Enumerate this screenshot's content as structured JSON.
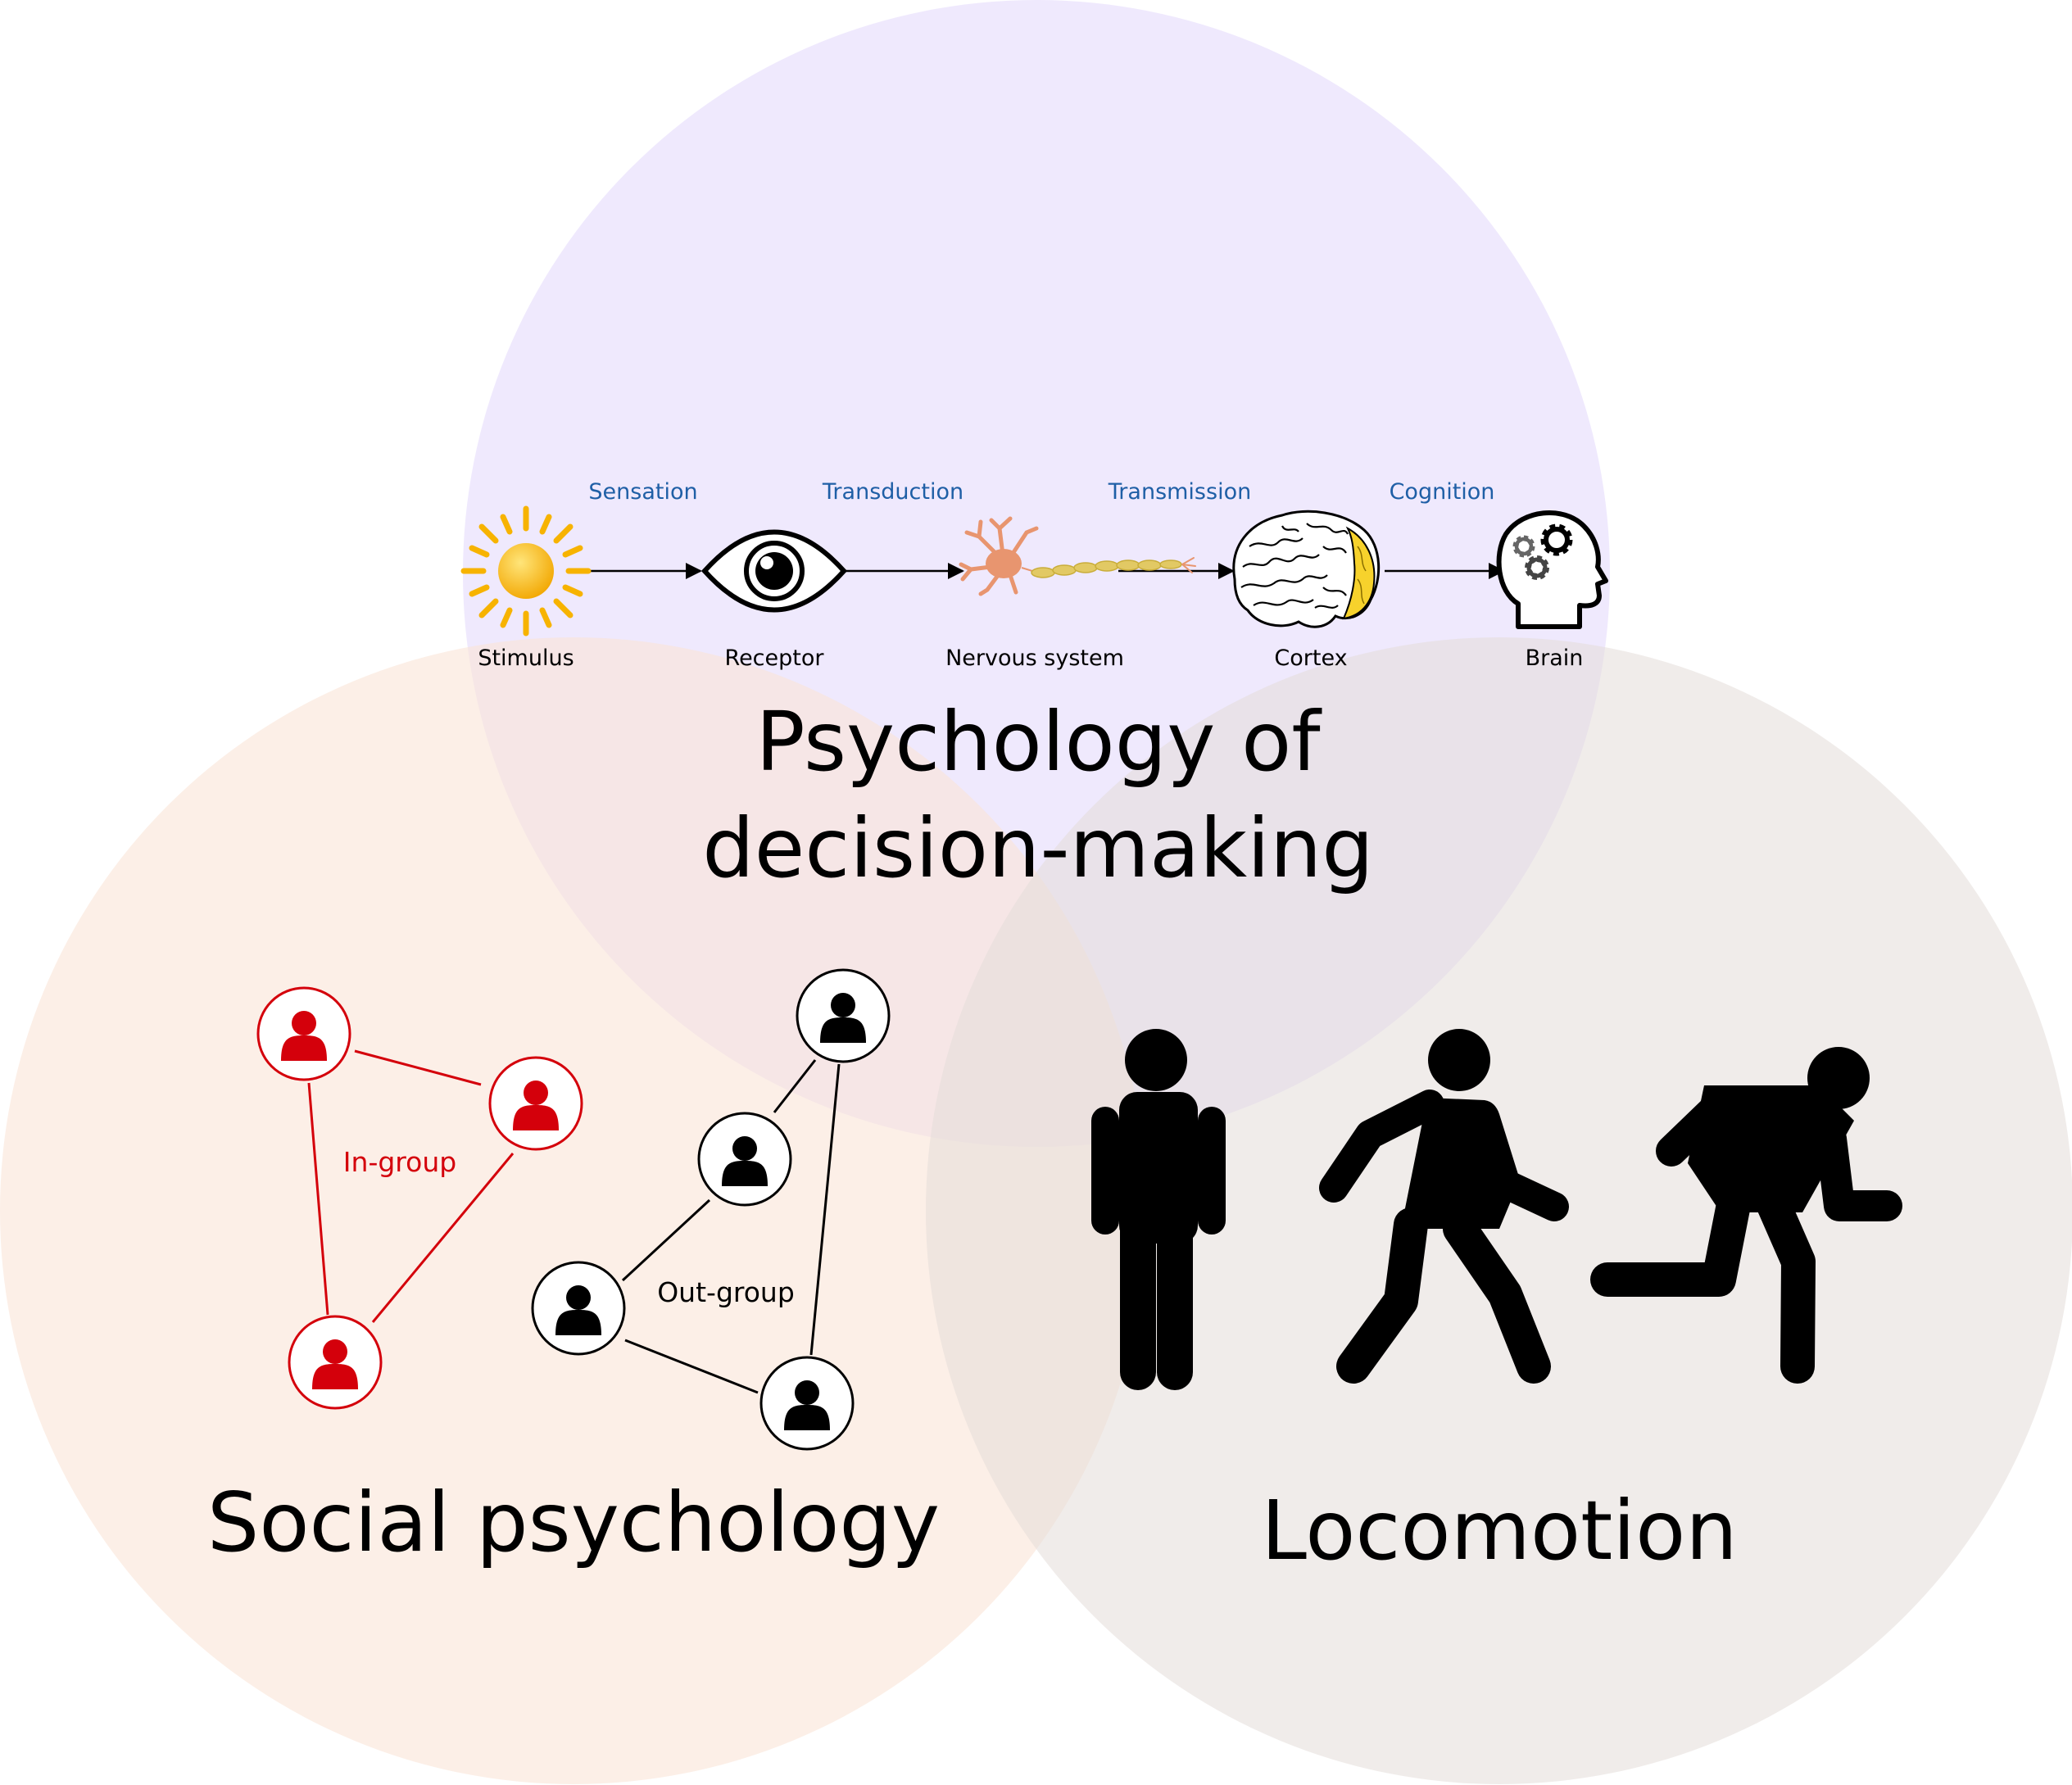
{
  "colors": {
    "psychology_circle": "#e4dbfb",
    "social_circle": "#fae5d7",
    "locomotion_circle": "#e3dcd9",
    "process_label": "#1f5fa6",
    "ingroup": "#d4000b",
    "outgroup": "#000000",
    "sun": "#f7b300"
  },
  "process": {
    "stages": [
      {
        "label": "Stimulus",
        "icon": "sun-icon"
      },
      {
        "label": "Receptor",
        "icon": "eye-icon"
      },
      {
        "label": "Nervous system",
        "icon": "neuron-icon"
      },
      {
        "label": "Cortex",
        "icon": "brain-icon"
      },
      {
        "label": "Brain",
        "icon": "head-gears-icon"
      }
    ],
    "transitions": [
      "Sensation",
      "Transduction",
      "Transmission",
      "Cognition"
    ]
  },
  "titles": {
    "psychology_line1": "Psychology of",
    "psychology_line2": "decision-making",
    "social": "Social psychology",
    "locomotion": "Locomotion"
  },
  "groups": {
    "ingroup_label": "In-group",
    "outgroup_label": "Out-group"
  },
  "locomotion": {
    "figures": [
      "standing-figure-icon",
      "walking-figure-icon",
      "running-figure-icon"
    ]
  }
}
